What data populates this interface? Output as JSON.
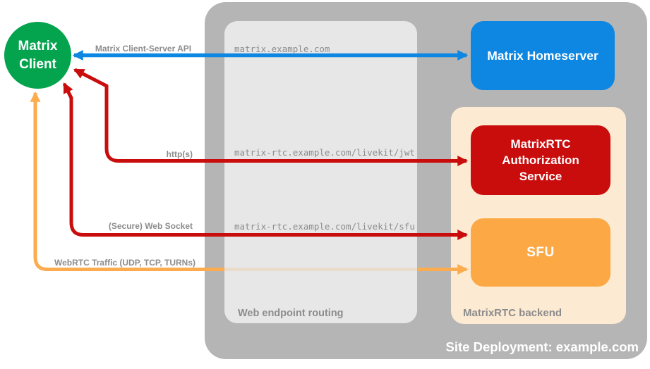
{
  "colors": {
    "green": "#04a44f",
    "blue": "#0d87e2",
    "red": "#c90d0d",
    "orange": "#fca845",
    "arrow_orange": "#fbac4e",
    "container_gray": "#b5b5b5",
    "routing_gray": "#e7e7e7",
    "backend_peach": "#fcead3",
    "label_gray": "#8c8c8c"
  },
  "client": {
    "lines": [
      "Matrix",
      "Client"
    ]
  },
  "nodes": {
    "homeserver": {
      "label": "Matrix Homeserver"
    },
    "auth": {
      "lines": [
        "MatrixRTC",
        "Authorization",
        "Service"
      ]
    },
    "sfu": {
      "label": "SFU"
    }
  },
  "containers": {
    "site": {
      "label": "Site Deployment: example.com"
    },
    "routing": {
      "label": "Web endpoint routing"
    },
    "backend": {
      "label": "MatrixRTC backend"
    }
  },
  "connections": [
    {
      "label": "Matrix Client-Server API",
      "route": "matrix.example.com"
    },
    {
      "label": "http(s)",
      "route": "matrix-rtc.example.com/livekit/jwt"
    },
    {
      "label": "(Secure) Web Socket",
      "route": "matrix-rtc.example.com/livekit/sfu"
    },
    {
      "label": "WebRTC Traffic (UDP, TCP, TURNs)"
    }
  ]
}
